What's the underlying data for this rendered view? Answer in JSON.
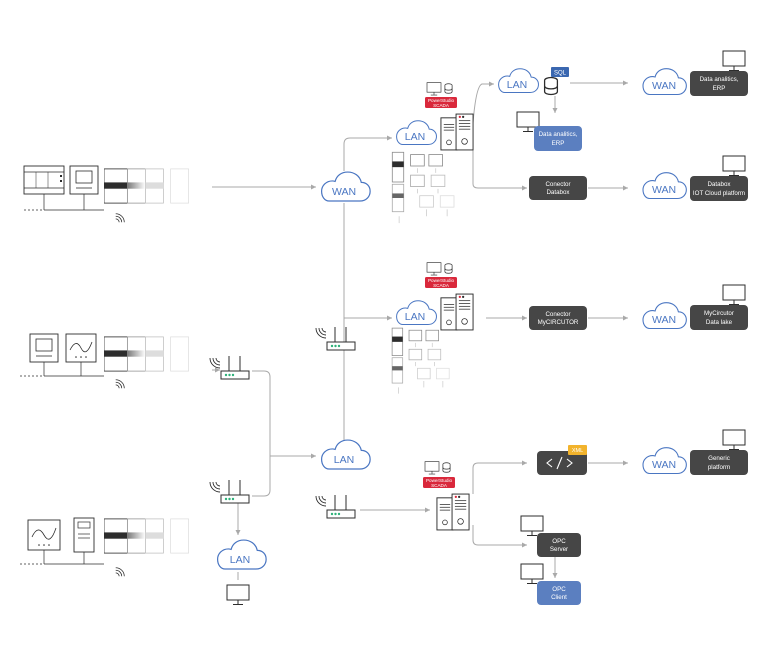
{
  "diagram": {
    "network_labels": {
      "wan": "WAN",
      "lan": "LAN"
    },
    "scada_tag": {
      "line1": "PowerStudio",
      "line2": "SCADA"
    },
    "sql_tag": "SQL",
    "xml_tag": "XML",
    "boxes": {
      "data_analytics_erp_wan": [
        "Data analitics,",
        "ERP"
      ],
      "data_analytics_erp_lan": [
        "Data analitics,",
        "ERP"
      ],
      "connector_databox": [
        "Conector",
        "Databox"
      ],
      "databox_iot": [
        "Databox",
        "IOT Cloud platform"
      ],
      "connector_mycircutor": [
        "Conector",
        "MyCIRCUTOR"
      ],
      "mycircutor_data_lake": [
        "MyCircutor",
        "Data lake"
      ],
      "generic_platform": [
        "Generic",
        "platform"
      ],
      "opc_server": [
        "OPC",
        "Server"
      ],
      "opc_client": [
        "OPC",
        "Client"
      ]
    },
    "colors": {
      "dark_box": "#464646",
      "blue_box": "#5b7fc0",
      "scada_red": "#d9283b",
      "xml_yellow": "#f2b32c",
      "sql_blue": "#3a67b0",
      "network_blue": "#4a76c2",
      "router_green": "#2fb27a",
      "line_gray": "#a9a9a9"
    },
    "icons": [
      "cloud-icon",
      "monitor-icon",
      "database-icon",
      "server-icon",
      "router-icon",
      "code-icon",
      "meter-icon",
      "wifi-icon"
    ]
  }
}
